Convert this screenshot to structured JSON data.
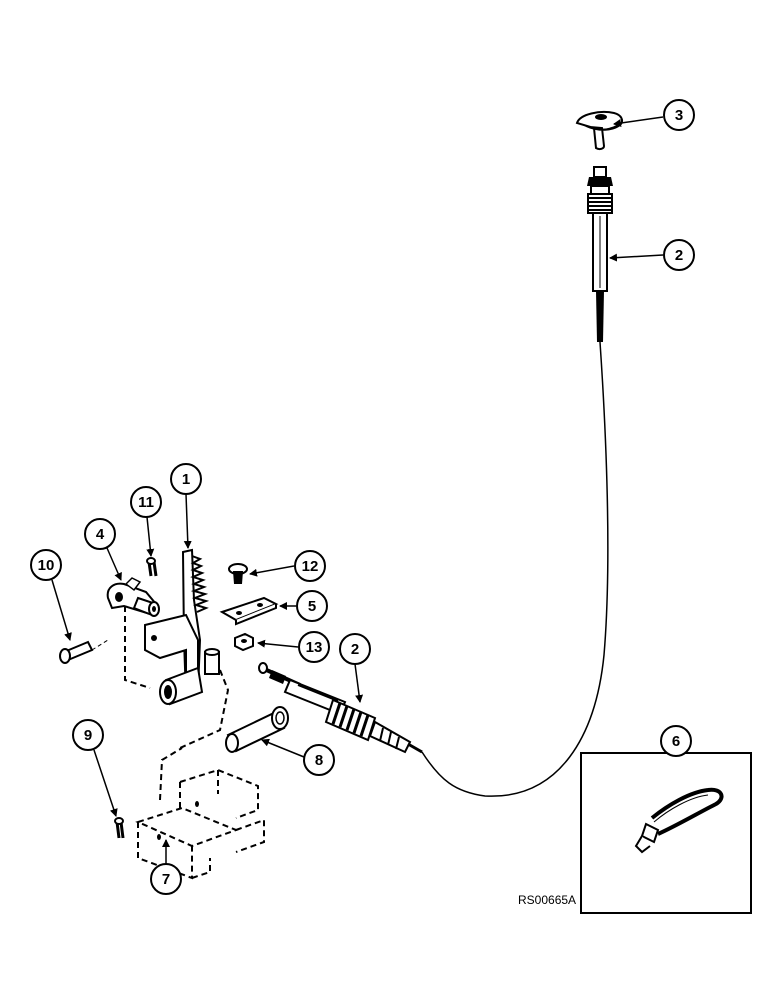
{
  "diagram": {
    "reference_code": "RS00665A",
    "callouts": {
      "c1": "1",
      "c2a": "2",
      "c2b": "2",
      "c3": "3",
      "c4": "4",
      "c5": "5",
      "c6": "6",
      "c7": "7",
      "c8": "8",
      "c9": "9",
      "c10": "10",
      "c11": "11",
      "c12": "12",
      "c13": "13"
    }
  }
}
